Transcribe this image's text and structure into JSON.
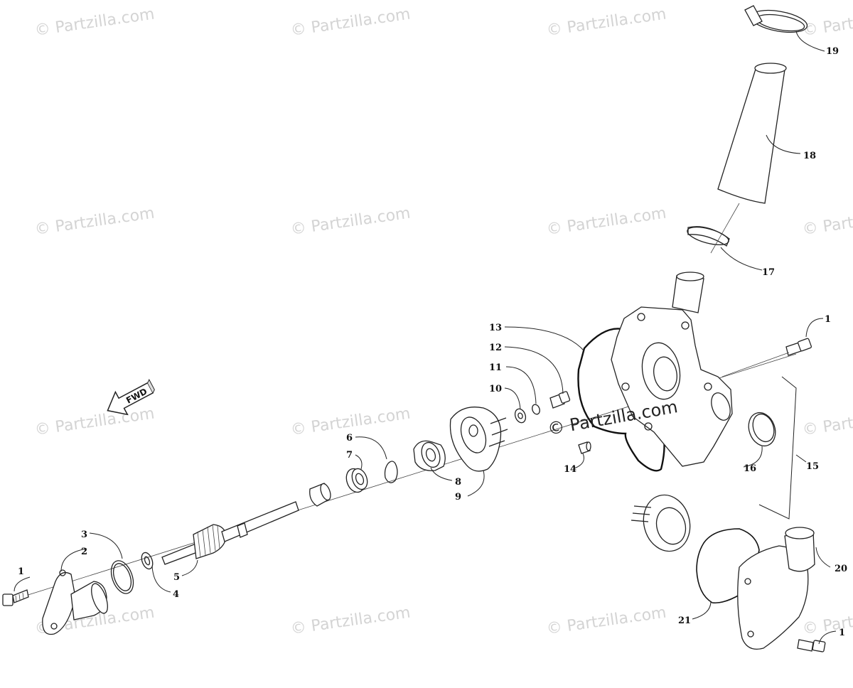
{
  "watermark": {
    "text": "© Partzilla.com",
    "center_text": "© Partzilla.com"
  },
  "direction_arrow": {
    "label": "FWD"
  },
  "callouts": {
    "c1": "1",
    "c2": "2",
    "c3": "3",
    "c4": "4",
    "c5": "5",
    "c6": "6",
    "c7": "7",
    "c8": "8",
    "c9": "9",
    "c10": "10",
    "c11": "11",
    "c12": "12",
    "c13": "13",
    "c14": "14",
    "c15": "15",
    "c16": "16",
    "c17": "17",
    "c18": "18",
    "c19": "19",
    "c20": "20",
    "c21": "21"
  }
}
